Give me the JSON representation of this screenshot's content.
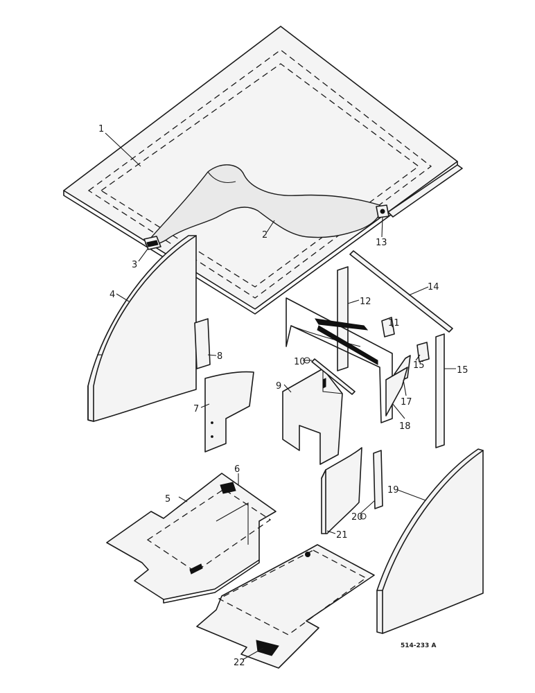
{
  "diagram": {
    "callouts": [
      "1",
      "2",
      "3",
      "4",
      "5",
      "6",
      "7",
      "8",
      "9",
      "10",
      "11",
      "12",
      "13",
      "14",
      "15",
      "15",
      "17",
      "18",
      "19",
      "20",
      "21",
      "22"
    ],
    "reference_code": "514-233 A"
  }
}
